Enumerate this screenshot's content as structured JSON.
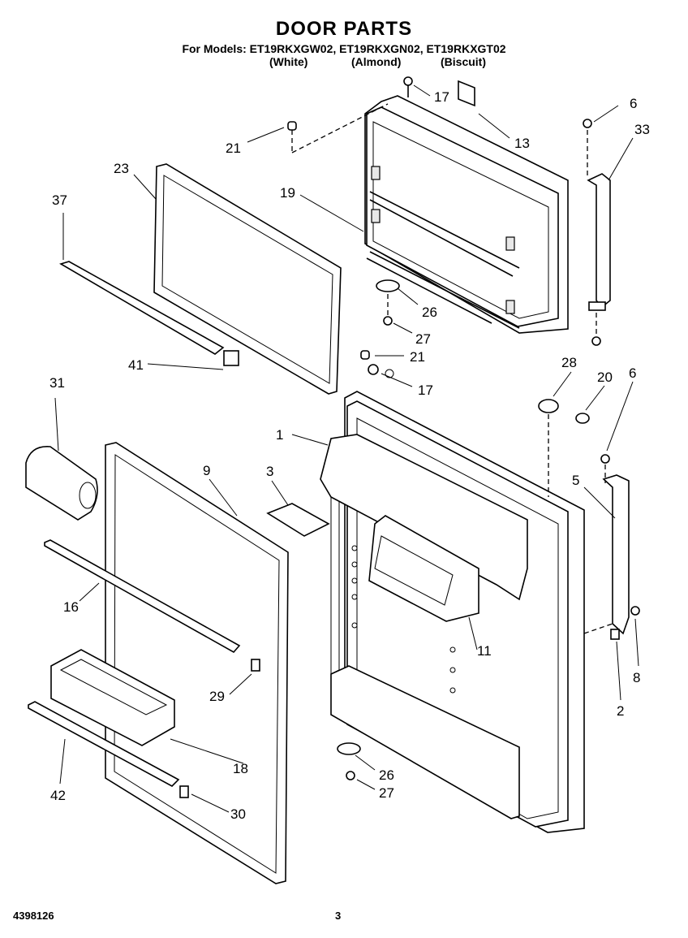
{
  "header": {
    "title": "DOOR PARTS",
    "models_line": "For Models: ET19RKXGW02, ET19RKXGN02, ET19RKXGT02",
    "color_white": "(White)",
    "color_almond": "(Almond)",
    "color_biscuit": "(Biscuit)"
  },
  "footer": {
    "doc_number": "4398126",
    "page_number": "3"
  },
  "callouts": [
    "17",
    "13",
    "6",
    "33",
    "21",
    "23",
    "19",
    "37",
    "26",
    "27",
    "41",
    "21",
    "17",
    "28",
    "20",
    "6",
    "31",
    "1",
    "3",
    "9",
    "5",
    "16",
    "11",
    "29",
    "8",
    "2",
    "18",
    "26",
    "27",
    "42",
    "30"
  ]
}
